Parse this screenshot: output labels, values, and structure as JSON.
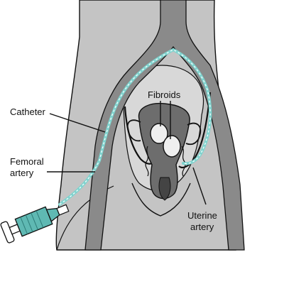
{
  "labels": {
    "catheter": "Catheter",
    "femoral_line1": "Femoral",
    "femoral_line2": "artery",
    "fibroids": "Fibroids",
    "uterine_line1": "Uterine",
    "uterine_line2": "artery"
  },
  "colors": {
    "body": "#c4c4c4",
    "vessel": "#8a8a8a",
    "outline": "#111111",
    "catheter": "#7fd4cf",
    "syringe": "#5fb9b3",
    "uterus": "#6d6d6d",
    "fibroid": "#efefef"
  }
}
